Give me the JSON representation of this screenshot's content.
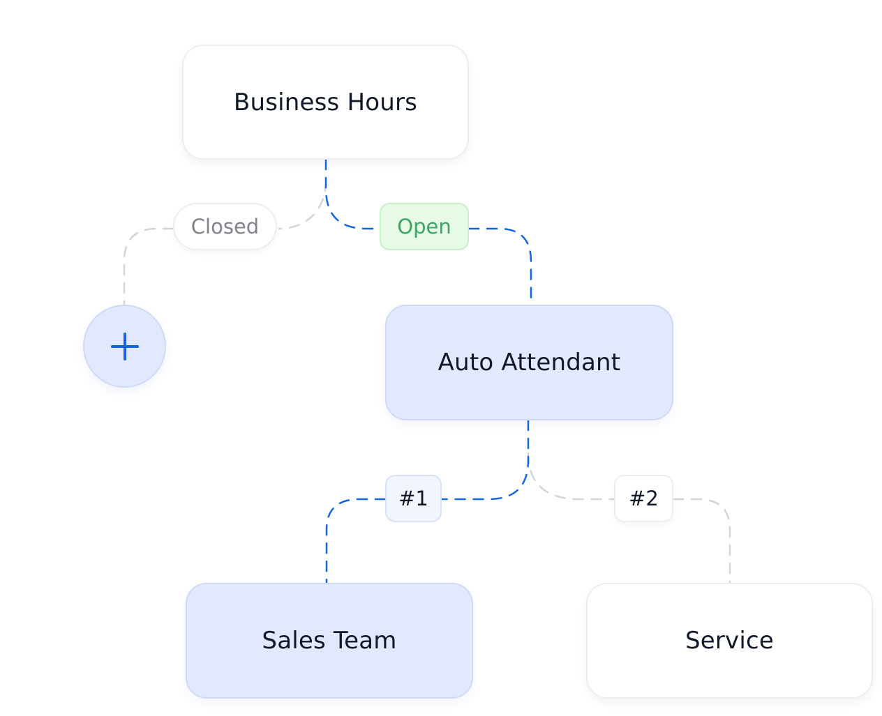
{
  "nodes": {
    "business_hours": "Business Hours",
    "auto_attendant": "Auto Attendant",
    "sales_team": "Sales Team",
    "service": "Service"
  },
  "branches": {
    "closed": "Closed",
    "open": "Open",
    "option_1": "#1",
    "option_2": "#2"
  },
  "add_button_icon": "plus-icon",
  "colors": {
    "active_path": "#1565e0",
    "inactive_path": "#d4d4d4",
    "active_node_bg": "#e3e9fc",
    "open_badge_bg": "#e6fae6",
    "open_badge_text": "#3aa565",
    "closed_badge_text": "#80838c"
  }
}
